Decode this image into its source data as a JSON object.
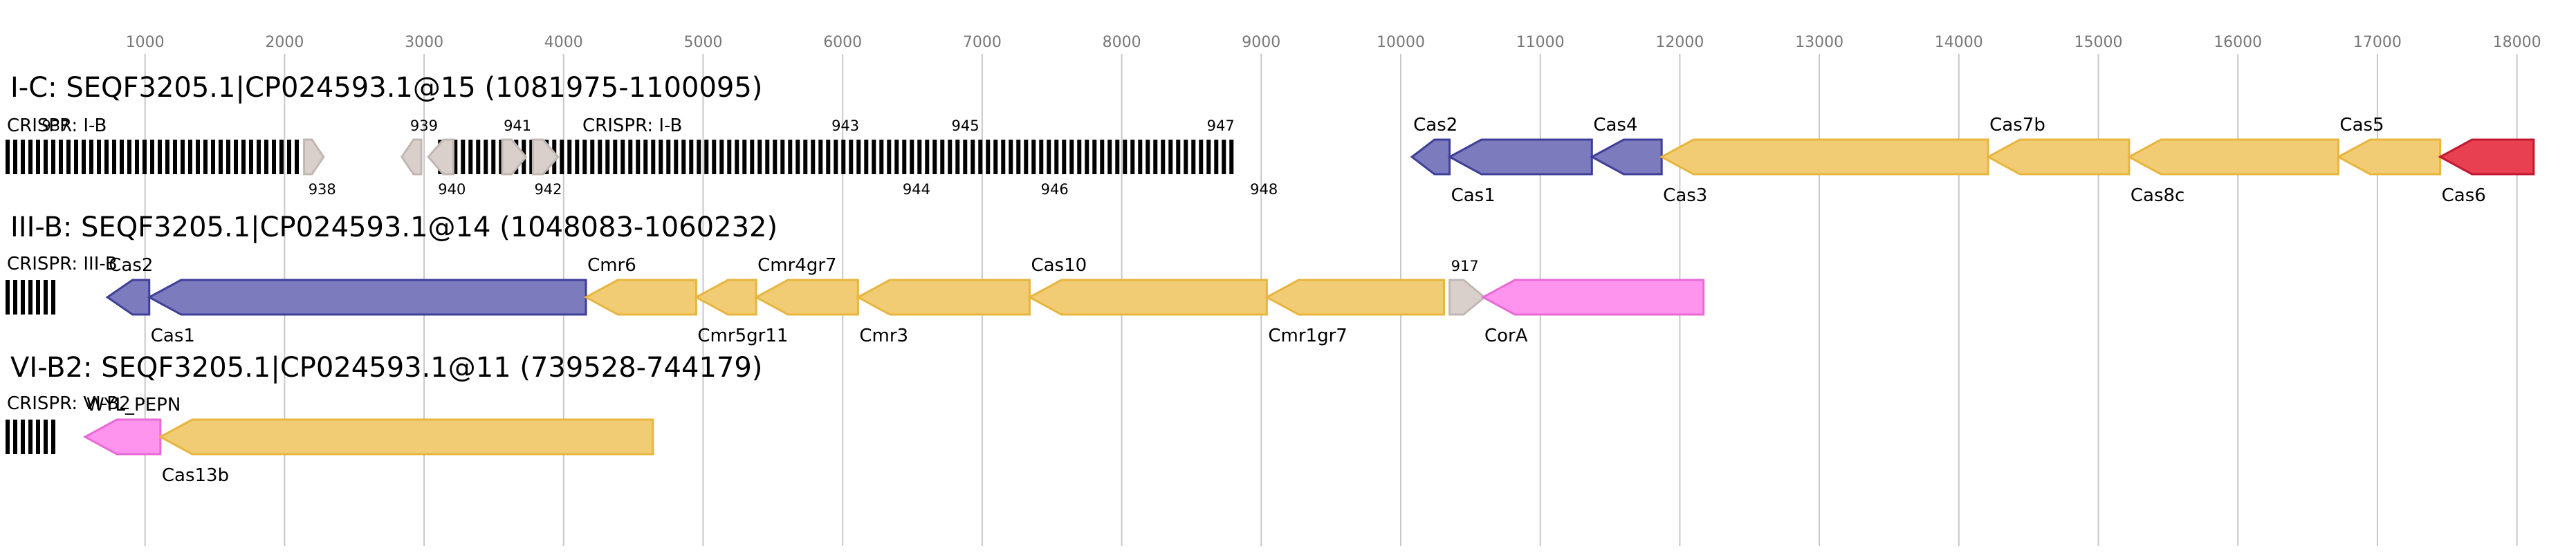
{
  "axis": {
    "ticks": [
      1000,
      2000,
      3000,
      4000,
      5000,
      6000,
      7000,
      8000,
      9000,
      10000,
      11000,
      12000,
      13000,
      14000,
      15000,
      16000,
      17000,
      18000
    ],
    "tick_labels": [
      "1000",
      "2000",
      "3000",
      "4000",
      "5000",
      "6000",
      "7000",
      "8000",
      "9000",
      "10000",
      "11000",
      "12000",
      "13000",
      "14000",
      "15000",
      "16000",
      "17000",
      "18000"
    ]
  },
  "colors": {
    "blue_fill": "#7b7bbd",
    "blue_stroke": "#3f3f9a",
    "yellow_fill": "#f2cc74",
    "yellow_stroke": "#e8b53e",
    "gray_fill": "#d9d0cc",
    "gray_stroke": "#c2b7b2",
    "pink_fill": "#ff94ee",
    "pink_stroke": "#e86ad4",
    "red_fill": "#e84050",
    "red_stroke": "#c01830",
    "grid": "#c8c8c8",
    "array": "#000000"
  },
  "tracks": [
    {
      "title": "I-C: SEQF3205.1|CP024593.1@15 (1081975-1100095)",
      "arrays": [
        {
          "label": "CRISPR: I-B",
          "start": 0,
          "end": 2120
        },
        {
          "label": "CRISPR: I-B",
          "start": 3100,
          "end": 8810
        }
      ],
      "small_labels": [
        {
          "text": "937",
          "pos": 260,
          "side": "top"
        },
        {
          "text": "938",
          "pos": 2170,
          "side": "bottom"
        },
        {
          "text": "939",
          "pos": 2900,
          "side": "top"
        },
        {
          "text": "940",
          "pos": 3100,
          "side": "bottom"
        },
        {
          "text": "941",
          "pos": 3570,
          "side": "top"
        },
        {
          "text": "942",
          "pos": 3790,
          "side": "bottom"
        },
        {
          "text": "943",
          "pos": 5920,
          "side": "top"
        },
        {
          "text": "944",
          "pos": 6430,
          "side": "bottom"
        },
        {
          "text": "945",
          "pos": 6780,
          "side": "top"
        },
        {
          "text": "946",
          "pos": 7420,
          "side": "bottom"
        },
        {
          "text": "947",
          "pos": 8610,
          "side": "top"
        },
        {
          "text": "948",
          "pos": 8920,
          "side": "bottom"
        }
      ],
      "genes": [
        {
          "start": 2140,
          "end": 2280,
          "dir": 1,
          "color": "gray",
          "label": "",
          "side": "top"
        },
        {
          "start": 2840,
          "end": 2980,
          "dir": -1,
          "color": "gray",
          "label": "",
          "side": "top"
        },
        {
          "start": 3030,
          "end": 3210,
          "dir": -1,
          "color": "gray",
          "label": "",
          "side": "top"
        },
        {
          "start": 3560,
          "end": 3730,
          "dir": 1,
          "color": "gray",
          "label": "",
          "side": "top"
        },
        {
          "start": 3780,
          "end": 3960,
          "dir": 1,
          "color": "gray",
          "label": "",
          "side": "top"
        },
        {
          "start": 10080,
          "end": 10350,
          "dir": -1,
          "color": "blue",
          "label": "Cas2",
          "side": "top"
        },
        {
          "start": 10350,
          "end": 11370,
          "dir": -1,
          "color": "blue",
          "label": "Cas1",
          "side": "bottom"
        },
        {
          "start": 11370,
          "end": 11870,
          "dir": -1,
          "color": "blue",
          "label": "Cas4",
          "side": "top"
        },
        {
          "start": 11870,
          "end": 14210,
          "dir": -1,
          "color": "yellow",
          "label": "Cas3",
          "side": "bottom"
        },
        {
          "start": 14210,
          "end": 15220,
          "dir": -1,
          "color": "yellow",
          "label": "Cas7b",
          "side": "top"
        },
        {
          "start": 15220,
          "end": 16720,
          "dir": -1,
          "color": "yellow",
          "label": "Cas8c",
          "side": "bottom"
        },
        {
          "start": 16720,
          "end": 17450,
          "dir": -1,
          "color": "yellow",
          "label": "Cas5",
          "side": "top"
        },
        {
          "start": 17450,
          "end": 18120,
          "dir": -1,
          "color": "red",
          "label": "Cas6",
          "side": "bottom"
        }
      ]
    },
    {
      "title": "III-B: SEQF3205.1|CP024593.1@14 (1048083-1060232)",
      "arrays": [
        {
          "label": "CRISPR: III-B",
          "start": 0,
          "end": 330
        }
      ],
      "small_labels": [
        {
          "text": "917",
          "pos": 10360,
          "side": "top"
        }
      ],
      "genes": [
        {
          "start": 730,
          "end": 1030,
          "dir": -1,
          "color": "blue",
          "label": "Cas2",
          "side": "top"
        },
        {
          "start": 1030,
          "end": 4160,
          "dir": -1,
          "color": "blue",
          "label": "Cas1",
          "side": "bottom"
        },
        {
          "start": 4160,
          "end": 4950,
          "dir": -1,
          "color": "yellow",
          "label": "Cmr6",
          "side": "top"
        },
        {
          "start": 4950,
          "end": 5380,
          "dir": -1,
          "color": "yellow",
          "label": "Cmr5gr11",
          "side": "bottom"
        },
        {
          "start": 5380,
          "end": 6110,
          "dir": -1,
          "color": "yellow",
          "label": "Cmr4gr7",
          "side": "top"
        },
        {
          "start": 6110,
          "end": 7340,
          "dir": -1,
          "color": "yellow",
          "label": "Cmr3",
          "side": "bottom"
        },
        {
          "start": 7340,
          "end": 9040,
          "dir": -1,
          "color": "yellow",
          "label": "Cas10",
          "side": "top"
        },
        {
          "start": 9040,
          "end": 10310,
          "dir": -1,
          "color": "yellow",
          "label": "Cmr1gr7",
          "side": "bottom"
        },
        {
          "start": 10350,
          "end": 10600,
          "dir": 1,
          "color": "gray",
          "label": "",
          "side": "top"
        },
        {
          "start": 10590,
          "end": 12170,
          "dir": -1,
          "color": "pink",
          "label": "CorA",
          "side": "bottom"
        }
      ]
    },
    {
      "title": "VI-B2: SEQF3205.1|CP024593.1@11 (739528-744179)",
      "arrays": [
        {
          "label": "CRISPR: VI-B2",
          "start": 0,
          "end": 360
        }
      ],
      "small_labels": [],
      "genes": [
        {
          "start": 570,
          "end": 1110,
          "dir": -1,
          "color": "pink",
          "label": "WYL_PEPN",
          "side": "top"
        },
        {
          "start": 1110,
          "end": 4640,
          "dir": -1,
          "color": "yellow",
          "label": "Cas13b",
          "side": "bottom"
        }
      ]
    }
  ]
}
